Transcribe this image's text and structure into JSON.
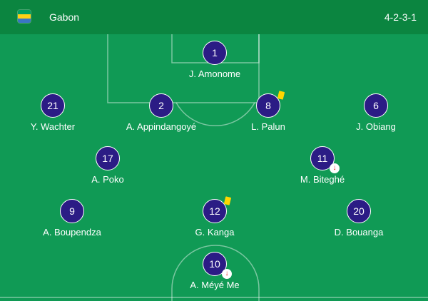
{
  "team": {
    "name": "Gabon",
    "formation": "4-2-3-1",
    "flag_colors": [
      "#3a75c4",
      "#fcd116",
      "#009e60"
    ]
  },
  "colors": {
    "pitch": "#109a55",
    "header": "#0b8540",
    "player_disc": "#2b1c85",
    "yellow_card": "#ffd600",
    "sub_arrow": "#e02020"
  },
  "players": [
    {
      "id": "amonome",
      "number": "1",
      "name": "J. Amonome",
      "yellow_card": false,
      "substituted": false
    },
    {
      "id": "wachter",
      "number": "21",
      "name": "Y. Wachter",
      "yellow_card": false,
      "substituted": false
    },
    {
      "id": "appindangoye",
      "number": "2",
      "name": "A. Appindangoyé",
      "yellow_card": false,
      "substituted": false
    },
    {
      "id": "palun",
      "number": "8",
      "name": "L. Palun",
      "yellow_card": true,
      "substituted": false
    },
    {
      "id": "obiang",
      "number": "6",
      "name": "J. Obiang",
      "yellow_card": false,
      "substituted": false
    },
    {
      "id": "poko",
      "number": "17",
      "name": "A. Poko",
      "yellow_card": false,
      "substituted": false
    },
    {
      "id": "biteghe",
      "number": "11",
      "name": "M. Biteghé",
      "yellow_card": false,
      "substituted": true
    },
    {
      "id": "boupendza",
      "number": "9",
      "name": "A. Boupendza",
      "yellow_card": false,
      "substituted": false
    },
    {
      "id": "kanga",
      "number": "12",
      "name": "G. Kanga",
      "yellow_card": true,
      "substituted": false
    },
    {
      "id": "bouanga",
      "number": "20",
      "name": "D. Bouanga",
      "yellow_card": false,
      "substituted": false
    },
    {
      "id": "meye-me",
      "number": "10",
      "name": "A. Méyé Me",
      "yellow_card": false,
      "substituted": true
    }
  ]
}
